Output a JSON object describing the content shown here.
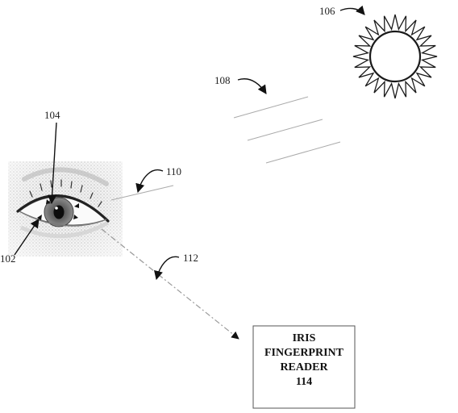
{
  "labels": {
    "eye": "102",
    "iris": "104",
    "sun": "106",
    "light_rays": "108",
    "reflection": "110",
    "image_path": "112"
  },
  "reader_box": {
    "line1": "IRIS",
    "line2": "FINGERPRINT",
    "line3": "READER",
    "line4": "114"
  }
}
